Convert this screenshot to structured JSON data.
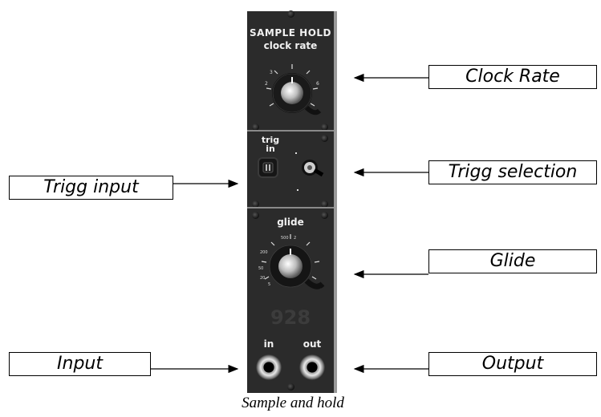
{
  "module": {
    "title": "SAMPLE HOLD",
    "clock_rate_label": "clock rate",
    "trig_label_line1": "trig",
    "trig_label_line2": "in",
    "glide_label": "glide",
    "model_number": "928",
    "in_label": "in",
    "out_label": "out"
  },
  "callouts": {
    "clock_rate": "Clock Rate",
    "trigg_input": "Trigg input",
    "trigg_selection": "Trigg selection",
    "glide": "Glide",
    "input": "Input",
    "output": "Output"
  },
  "caption": "Sample and hold"
}
